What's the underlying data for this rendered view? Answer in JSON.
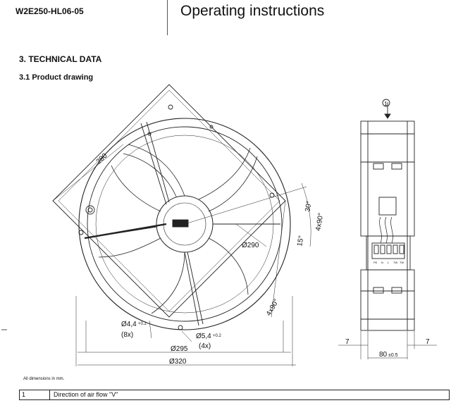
{
  "header": {
    "model": "W2E250-HL06-05",
    "title": "Operating instructions"
  },
  "section": {
    "heading": "3. TECHNICAL DATA",
    "subheading": "3.1 Product drawing"
  },
  "dims": {
    "d280": "280",
    "d290": "Ø290",
    "d295": "Ø295",
    "d320": "Ø320",
    "d44": "Ø4,4",
    "d44tol": "+0.2",
    "d8x": "(8x)",
    "d54": "Ø5,4",
    "d54tol": "+0.2",
    "d4x": "(4x)",
    "a30": "30°",
    "a15": "15°",
    "a4x90a": "4x90°",
    "a4x90b": "4x90°",
    "s7a": "7",
    "s7b": "7",
    "s80": "80",
    "s80tol": "±0.5",
    "airflow": "1",
    "terminals": [
      "PE",
      "N",
      "L",
      "TW",
      "TW"
    ]
  },
  "footer": {
    "note": "All dimensions in mm.",
    "table": [
      {
        "no": "1",
        "desc": "Direction of air flow \"V\""
      }
    ]
  }
}
